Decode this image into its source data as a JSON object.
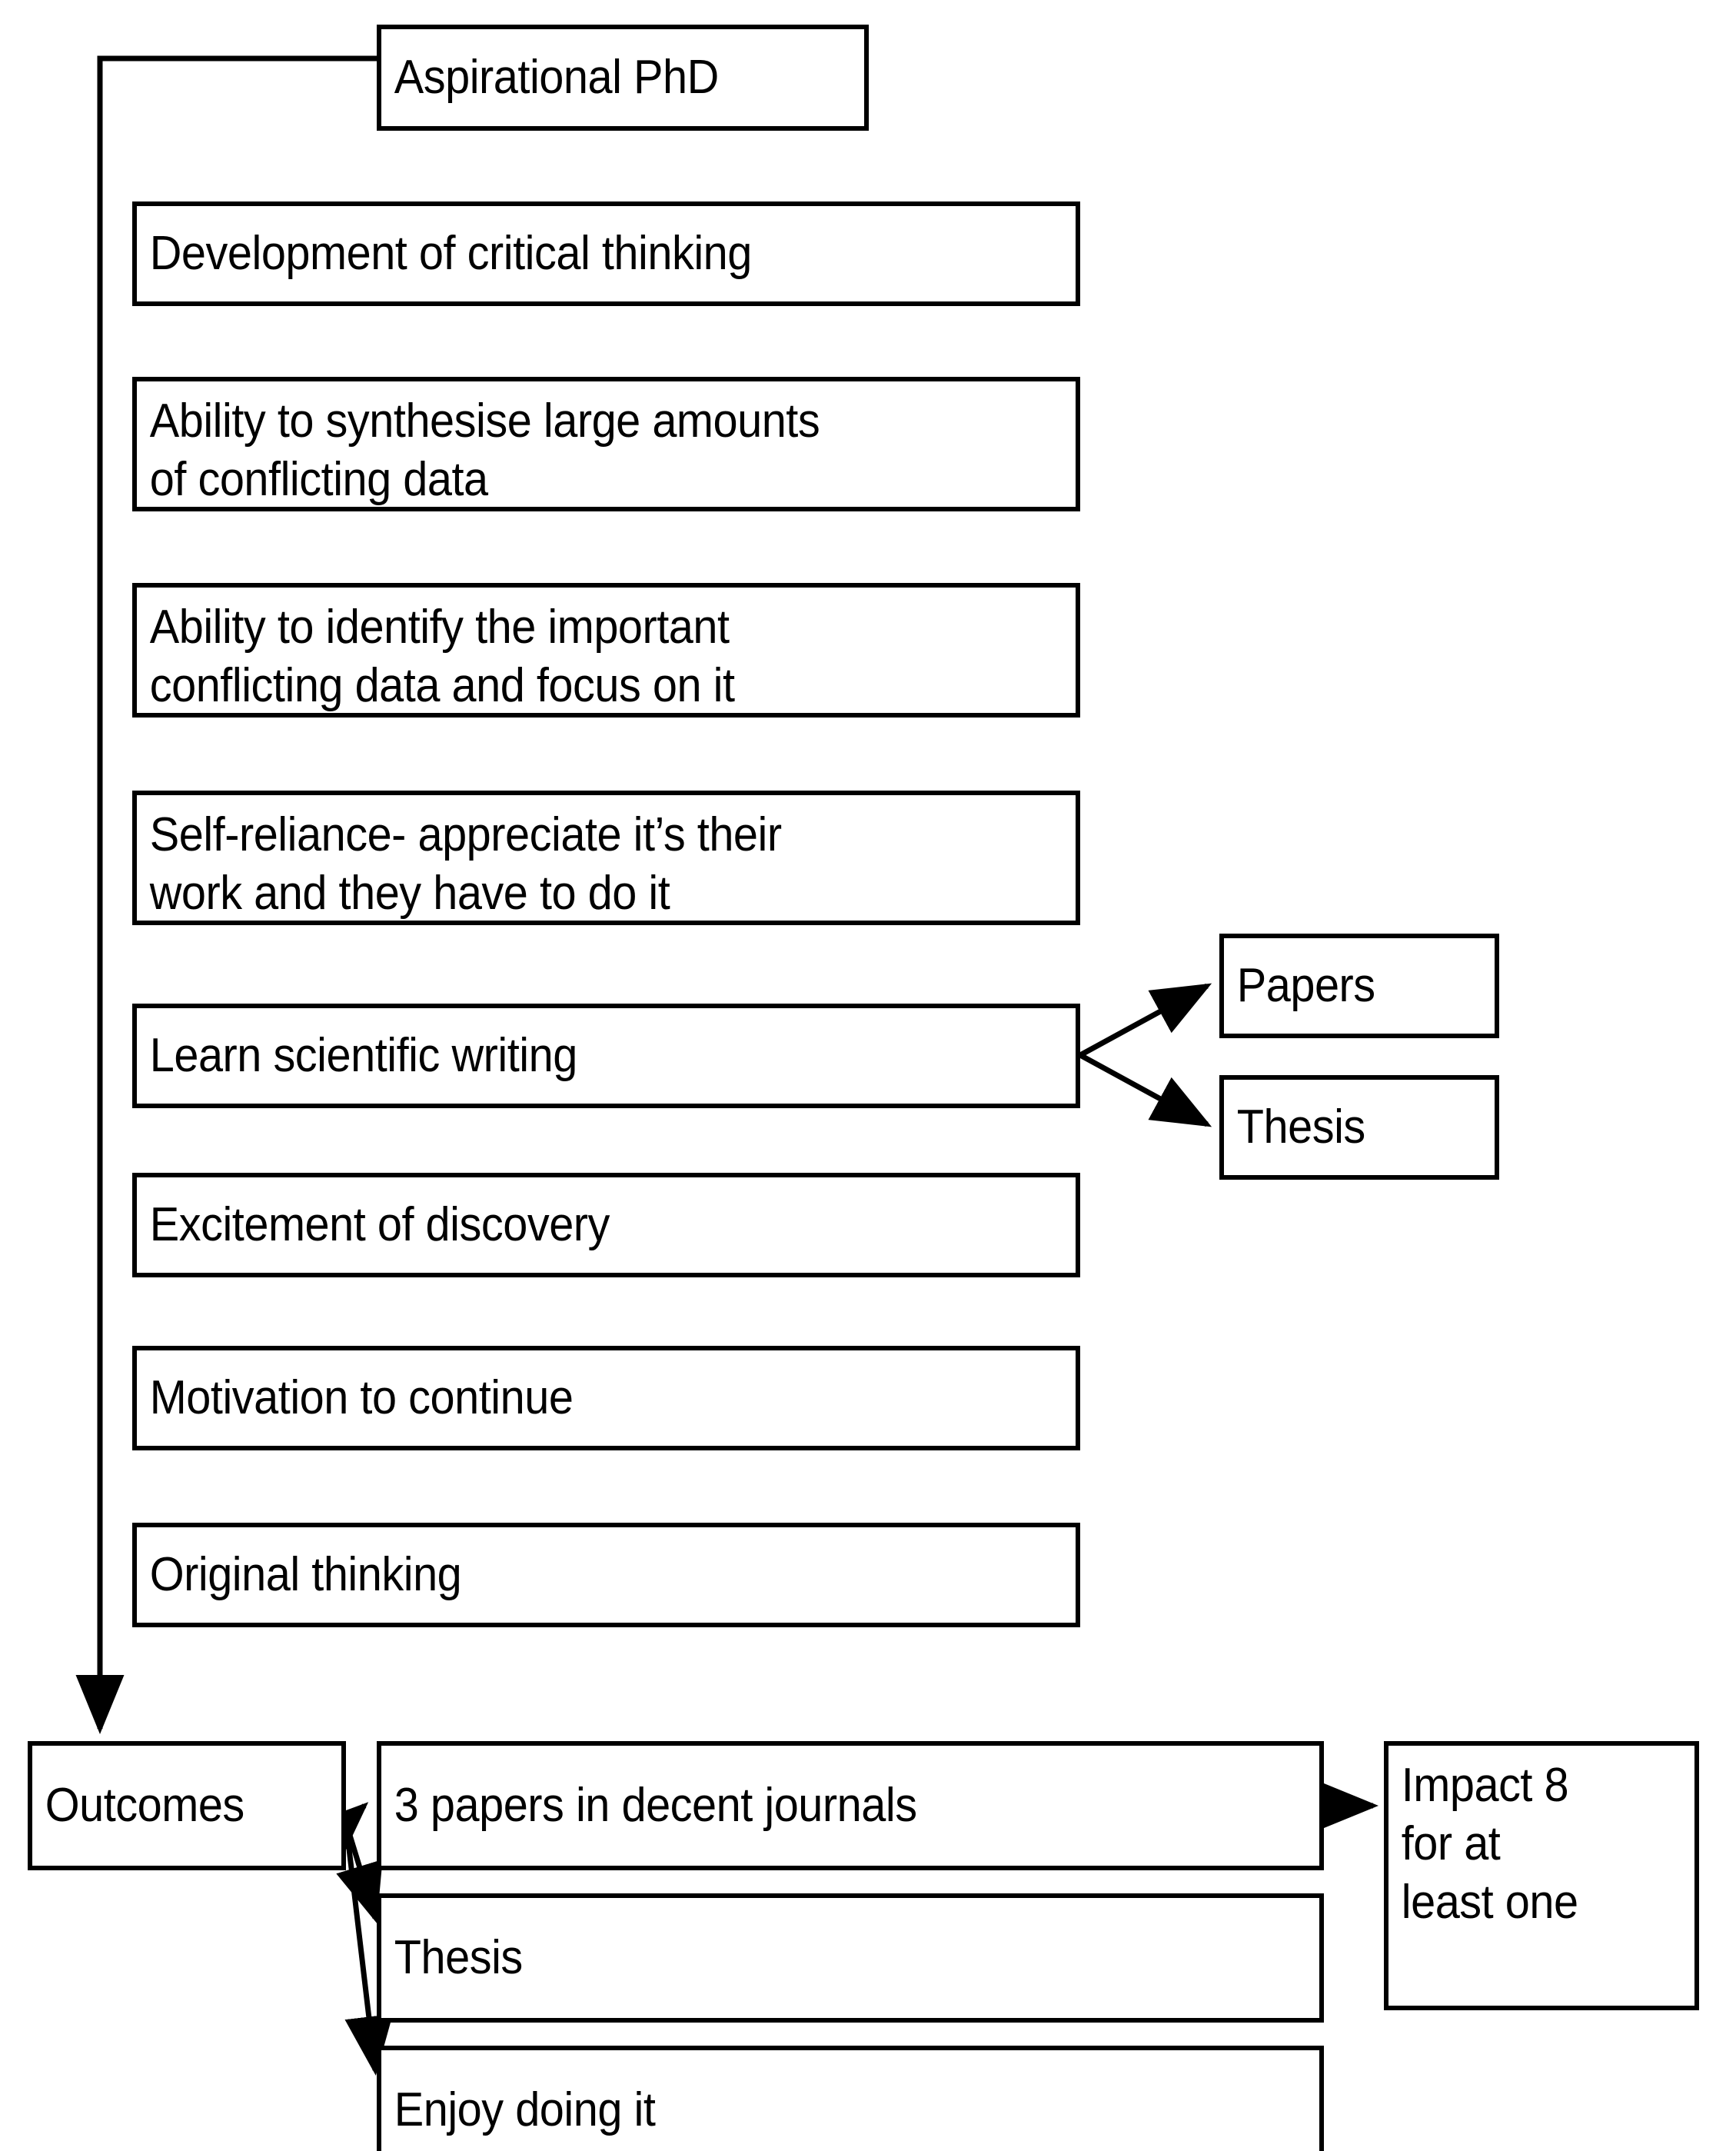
{
  "diagram": {
    "title_node": {
      "label": "Aspirational PhD"
    },
    "attributes": [
      {
        "label": "Development of critical thinking"
      },
      {
        "label": "Ability to synthesise large amounts\nof conflicting data"
      },
      {
        "label": "Ability to identify the important\nconflicting data and focus on it"
      },
      {
        "label": "Self-reliance- appreciate it’s their\nwork and they have to do it"
      },
      {
        "label": "Learn scientific writing"
      },
      {
        "label": "Excitement of discovery"
      },
      {
        "label": "Motivation to continue"
      },
      {
        "label": "Original thinking"
      }
    ],
    "writing_outputs": [
      {
        "label": "Papers"
      },
      {
        "label": "Thesis"
      }
    ],
    "outcomes_node": {
      "label": "Outcomes"
    },
    "outcomes": [
      {
        "label": "3 papers in decent journals"
      },
      {
        "label": "Thesis"
      },
      {
        "label": "Enjoy doing it"
      }
    ],
    "impact_node": {
      "label": "Impact 8\nfor at\nleast one"
    },
    "colors": {
      "stroke": "#000000",
      "fill": "#ffffff",
      "text": "#000000"
    }
  }
}
